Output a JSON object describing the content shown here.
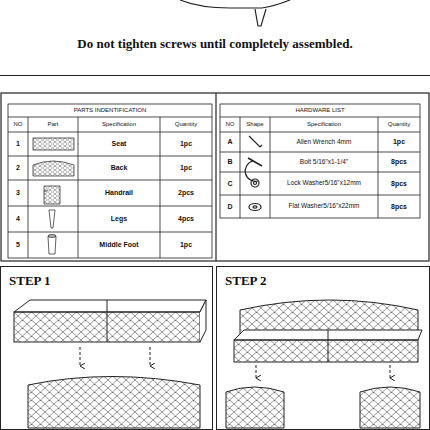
{
  "diagram": {
    "nodes": [
      {
        "text": [
          "Do not tighten screws until completely assembled."
        ]
      },
      {
        "text": [
          "STEP 1"
        ]
      },
      {
        "text": [
          "STEP 2"
        ]
      }
    ],
    "labels": [
      "PARTS INDENTIFICATION",
      "NO",
      "Part",
      "Specification",
      "Quantity",
      "1",
      "Seat",
      "1pc",
      "2",
      "Back",
      "1pc",
      "3",
      "Handrail",
      "2pcs",
      "4",
      "Legs",
      "4pcs",
      "5",
      "Middle Foot",
      "1pc",
      "HARDWARE LIST",
      "NO",
      "Shape",
      "Specification",
      "Quantity",
      "A",
      "Allen Wrench 4mm",
      "1pc",
      "B",
      "Bolt 5/16\"x1-1/4\"",
      "8pcs",
      "C",
      "Lock Washer5/16\"x12mm",
      "8pcs",
      "D",
      "Flat Washer5/16\"x22mm",
      "8pcs"
    ]
  }
}
